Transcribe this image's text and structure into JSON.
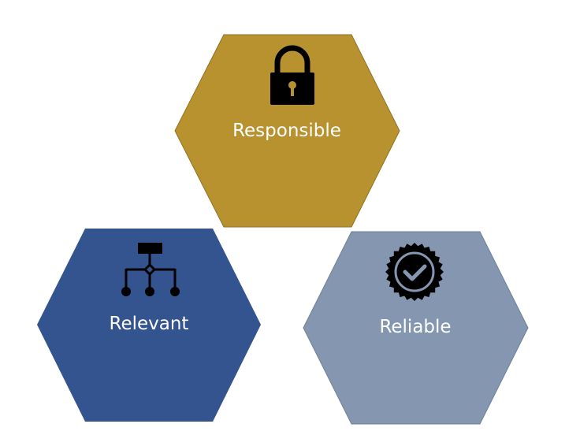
{
  "hexagons": [
    {
      "label": "Responsible",
      "icon": "lock-icon",
      "color": "#B8922F"
    },
    {
      "label": "Relevant",
      "icon": "org-chart-icon",
      "color": "#34548F"
    },
    {
      "label": "Reliable",
      "icon": "certified-badge-icon",
      "color": "#8496B0"
    }
  ]
}
